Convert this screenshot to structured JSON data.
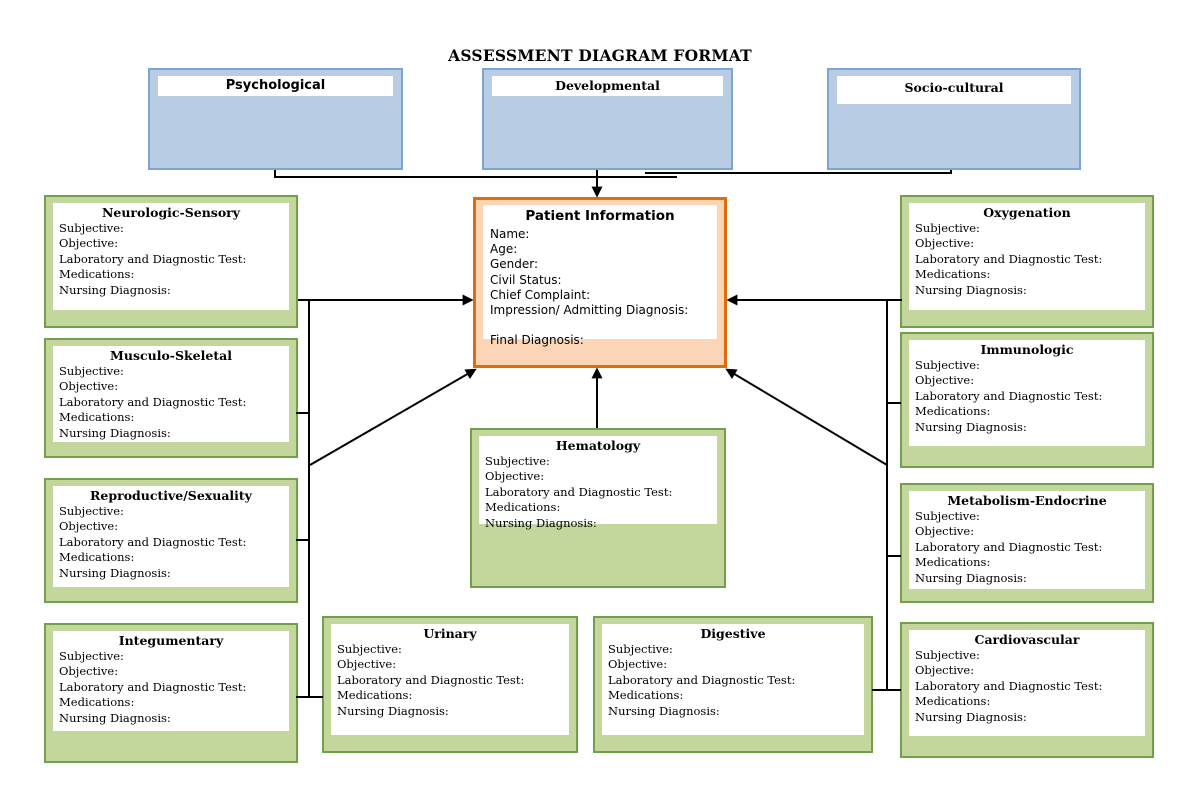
{
  "page_title": "ASSESSMENT DIAGRAM FORMAT",
  "top_boxes": [
    {
      "key": "psychological",
      "label": "Psychological"
    },
    {
      "key": "developmental",
      "label": "Developmental"
    },
    {
      "key": "socio_cultural",
      "label": "Socio-cultural"
    }
  ],
  "patient_info": {
    "title": "Patient Information",
    "fields": [
      "Name:",
      "Age:",
      "Gender:",
      "Civil Status:",
      "Chief Complaint:",
      "Impression/ Admitting Diagnosis:"
    ],
    "final_field": "Final Diagnosis:"
  },
  "assessment_fields": [
    "Subjective:",
    "Objective:",
    "Laboratory and Diagnostic Test:",
    "Medications:",
    "Nursing Diagnosis:"
  ],
  "green_boxes": [
    {
      "key": "neurologic_sensory",
      "title": "Neurologic-Sensory"
    },
    {
      "key": "musculo_skeletal",
      "title": "Musculo-Skeletal"
    },
    {
      "key": "reproductive_sexuality",
      "title": "Reproductive/Sexuality"
    },
    {
      "key": "integumentary",
      "title": "Integumentary"
    },
    {
      "key": "oxygenation",
      "title": "Oxygenation"
    },
    {
      "key": "immunologic",
      "title": "Immunologic"
    },
    {
      "key": "metabolism_endocrine",
      "title": "Metabolism-Endocrine"
    },
    {
      "key": "cardiovascular",
      "title": "Cardiovascular"
    },
    {
      "key": "hematology",
      "title": "Hematology"
    },
    {
      "key": "urinary",
      "title": "Urinary"
    },
    {
      "key": "digestive",
      "title": "Digestive"
    }
  ],
  "colors": {
    "blue_fill": "#b8cce4",
    "blue_border": "#7da5d3",
    "green_fill": "#c3d69b",
    "green_border": "#72a04a",
    "orange_fill": "#fbd5b5",
    "orange_border": "#e36c09",
    "connector": "#000000"
  }
}
